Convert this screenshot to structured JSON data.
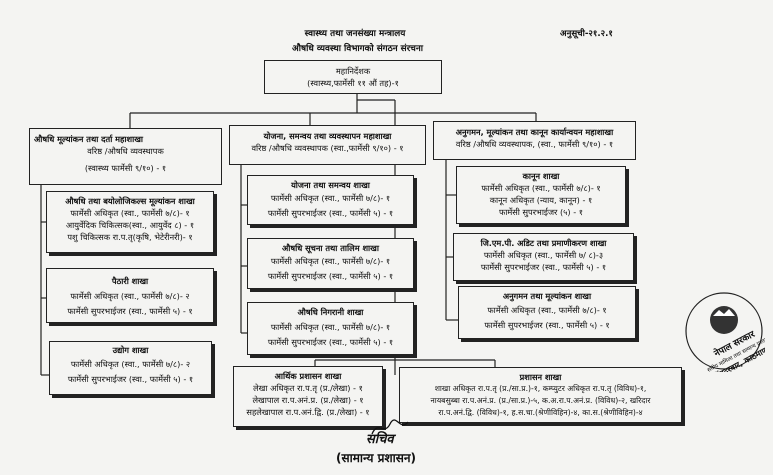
{
  "header": {
    "ministry": "स्वास्थ्य तथा जनसंख्या मन्त्रालय",
    "department": "औषधि व्यवस्था विभागको संगठन संरचना",
    "annex": "अनुसूची-२१.२.१"
  },
  "director": {
    "title": "महानिर्देशक",
    "sub": "(स्वास्थ्य,फार्मेसी ११ औं तह)-१"
  },
  "sections": {
    "drug_eval": {
      "title": "औषधि मूल्यांकन तथा दर्ता महाशाखा",
      "l1": "वरिष्ठ /औषधि व्यवस्थापक",
      "l2": "(स्वास्थ्य फार्मेसी ९/१०) - १"
    },
    "planning": {
      "title": "योजना, समन्वय तथा व्यवस्थापन महाशाखा",
      "l1": "वरिष्ठ /औषधि व्यवस्थापक (स्वा.,फार्मेसी ९/१०) - १"
    },
    "research": {
      "title": "अनुगमन, मूल्यांकन तथा कानून कार्यान्वयन महाशाखा",
      "l1": "वरिष्ठ /औषधि व्यवस्थापक, (स्वा., फार्मेसी ९/१०) - १"
    }
  },
  "branches": {
    "bio": {
      "title": "औषधि तथा बयोलोजिकल्स मूल्यांकन शाखा",
      "lines": [
        "फार्मेसी अधिकृत (स्वा., फार्मेसी ७/८)- १",
        "आयुर्वेदिक चिकित्सक(स्वा., आयुर्वेद ८) - १",
        "पशु चिकित्सक रा.प.तृ(कृषि, भेटेरीनरी)- १"
      ]
    },
    "pricing": {
      "title": "पैठारी शाखा",
      "lines": [
        "फार्मेसी अधिकृत (स्वा., फार्मेसी ७/८)- २",
        "फार्मेसी सुपरभाईजर (स्वा., फार्मेसी ५) - १"
      ]
    },
    "industry": {
      "title": "उद्योग शाखा",
      "lines": [
        "फार्मेसी अधिकृत (स्वा., फार्मेसी ७/८)- २",
        "फार्मेसी सुपरभाईजर (स्वा., फार्मेसी ५) - १"
      ]
    },
    "plan_coord": {
      "title": "योजना तथा समन्वय शाखा",
      "lines": [
        "फार्मेसी अधिकृत (स्वा., फार्मेसी ७/८)- १",
        "फार्मेसी सुपरभाईजर (स्वा., फार्मेसी ५) - १"
      ]
    },
    "info": {
      "title": "औषधि सूचना तथा तालिम शाखा",
      "lines": [
        "फार्मेसी अधिकृत (स्वा., फार्मेसी ७/८)- १",
        "फार्मेसी सुपरभाईजर (स्वा., फार्मेसी ५) - १"
      ]
    },
    "inspection": {
      "title": "औषधि निगरानी शाखा",
      "lines": [
        "फार्मेसी अधिकृत (स्वा., फार्मेसी ७/८)- १",
        "फार्मेसी सुपरभाईजर (स्वा., फार्मेसी ५) - १"
      ]
    },
    "law": {
      "title": "कानून शाखा",
      "lines": [
        "फार्मेसी अधिकृत (स्वा., फार्मेसी ७/८)- १",
        "कानून अधिकृत (न्याय, कानून) - १",
        "फार्मेसी सुपरभाईजर (५) - १"
      ]
    },
    "gmp": {
      "title": "जि.एम.पी. अडिट तथा प्रमाणीकरण शाखा",
      "lines": [
        "फार्मेसी अधिकृत (स्वा., फार्मेसी ७/ ८)-३",
        "फार्मेसी सुपरभाईजर (स्वा., फार्मेसी ५) - १"
      ]
    },
    "monitor": {
      "title": "अनुगमन तथा मूल्यांकन शाखा",
      "lines": [
        "फार्मेसी अधिकृत (स्वा., फार्मेसी ७/८)- १",
        "फार्मेसी सुपरभाईजर (स्वा., फार्मेसी ५) - १"
      ]
    },
    "finance": {
      "title": "आर्थिक प्रशासन शाखा",
      "lines": [
        "लेखा अधिकृत रा.प.तृ (प्र./लेखा) - १",
        "लेखापाल रा.प.अनं.प्र. (प्र./लेखा) - १",
        "सहलेखापाल रा.प.अनं.द्वि. (प्र./लेखा) - १"
      ]
    },
    "admin": {
      "title": "प्रशासन शाखा",
      "lines": [
        "शाखा अधिकृत रा.प.तृ (प्र./सा.प्र.)-१, कम्प्युटर अधिकृत रा.प.तृ (विविध)-१,",
        "नायबसुब्बा रा.प.अनं.प्र. (प्र./सा.प्र.)-५, क.अ.रा.प.अनं.प्र. (विविध)-२, खरिदार",
        "रा.प.अनं.द्वि. (विविध)-१, ह.स.चा.(श्रेणीविहिन)-४, का.स.(श्रेणीविहिन)-४"
      ]
    }
  },
  "footer": {
    "signature": "सचिव",
    "role": "(सामान्य प्रशासन)"
  },
  "stamp": {
    "line1": "नेपाल सरकार",
    "line2": "संघीय मामिला तथा सामान्य प्रशासन मन्त्रालय",
    "line3": "सिंहदरबार, काठमाण्डौं"
  }
}
